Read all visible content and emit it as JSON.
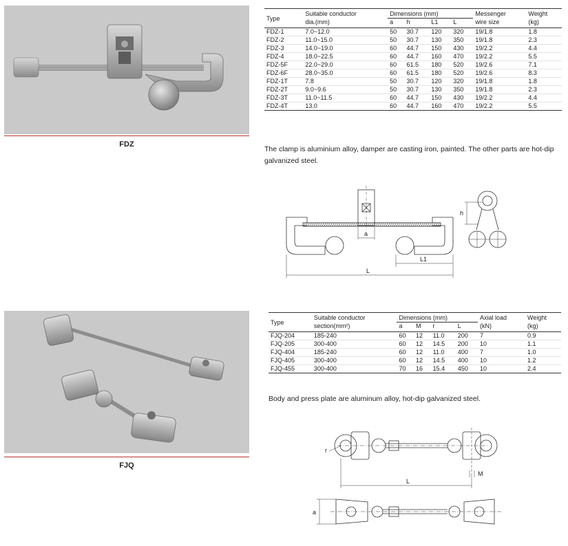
{
  "fdz": {
    "caption": "FDZ",
    "table": {
      "type_header": "Type",
      "conductor_header_1": "Suitable conductor",
      "conductor_header_2": "dia.(mm)",
      "dimensions_header": "Dimensions (mm)",
      "dim_cols": [
        "a",
        "h",
        "L1",
        "L"
      ],
      "messenger_header_1": "Messenger",
      "messenger_header_2": "wire size",
      "weight_header_1": "Weight",
      "weight_header_2": "(kg)",
      "rows": [
        [
          "FDZ-1",
          "7.0~12.0",
          "50",
          "30.7",
          "120",
          "320",
          "19/1.8",
          "1.8"
        ],
        [
          "FDZ-2",
          "11.0~15.0",
          "50",
          "30.7",
          "130",
          "350",
          "19/1.8",
          "2.3"
        ],
        [
          "FDZ-3",
          "14.0~19.0",
          "60",
          "44.7",
          "150",
          "430",
          "19/2.2",
          "4.4"
        ],
        [
          "FDZ-4",
          "18.0~22.5",
          "60",
          "44.7",
          "160",
          "470",
          "19/2.2",
          "5.5"
        ],
        [
          "FDZ-5F",
          "22.0~29.0",
          "60",
          "61.5",
          "180",
          "520",
          "19/2.6",
          "7.1"
        ],
        [
          "FDZ-6F",
          "28.0~35.0",
          "60",
          "61.5",
          "180",
          "520",
          "19/2.6",
          "8.3"
        ],
        [
          "FDZ-1T",
          "7.8",
          "50",
          "30.7",
          "120",
          "320",
          "19/1.8",
          "1.8"
        ],
        [
          "FDZ-2T",
          "9.0~9.6",
          "50",
          "30.7",
          "130",
          "350",
          "19/1.8",
          "2.3"
        ],
        [
          "FDZ-3T",
          "11.0~11.5",
          "60",
          "44.7",
          "150",
          "430",
          "19/2.2",
          "4.4"
        ],
        [
          "FDZ-4T",
          "13.0",
          "60",
          "44.7",
          "160",
          "470",
          "19/2.2",
          "5.5"
        ]
      ]
    },
    "note": "The clamp is aluminium alloy, damper are casting iron, painted. The other parts are hot-dip galvanized steel.",
    "drawing_labels": {
      "a": "a",
      "L1": "L1",
      "L": "L",
      "h": "h"
    }
  },
  "fjq": {
    "caption": "FJQ",
    "table": {
      "type_header": "Type",
      "conductor_header_1": "Suitable conductor",
      "conductor_header_2": "section(mm²)",
      "dimensions_header": "Dimensions (mm)",
      "dim_cols": [
        "a",
        "M",
        "r",
        "L"
      ],
      "load_header_1": "Axial load",
      "load_header_2": "(kN)",
      "weight_header_1": "Weight",
      "weight_header_2": "(kg)",
      "rows": [
        [
          "FJQ-204",
          "185-240",
          "60",
          "12",
          "11.0",
          "200",
          "7",
          "0.9"
        ],
        [
          "FJQ-205",
          "300-400",
          "60",
          "12",
          "14.5",
          "200",
          "10",
          "1.1"
        ],
        [
          "FJQ-404",
          "185-240",
          "60",
          "12",
          "11.0",
          "400",
          "7",
          "1.0"
        ],
        [
          "FJQ-405",
          "300-400",
          "60",
          "12",
          "14.5",
          "400",
          "10",
          "1.2"
        ],
        [
          "FJQ-455",
          "300-400",
          "70",
          "16",
          "15.4",
          "450",
          "10",
          "2.4"
        ]
      ]
    },
    "note": "Body and press plate are aluminum alloy, hot-dip galvanized steel.",
    "drawing_labels": {
      "r": "r",
      "M": "M",
      "L": "L",
      "a": "a"
    }
  }
}
